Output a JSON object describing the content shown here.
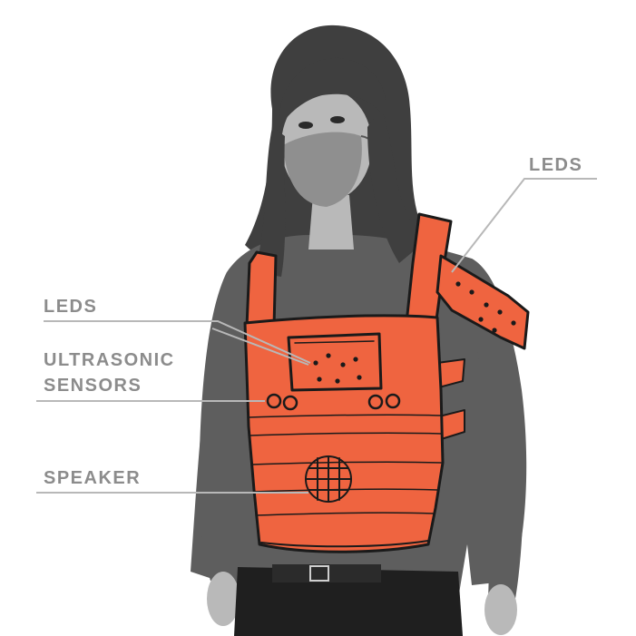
{
  "labels": {
    "leds_right": "LEDS",
    "leds_left": "LEDS",
    "ultrasonic_line1": "ULTRASONIC",
    "ultrasonic_line2": "SENSORS",
    "speaker": "SPEAKER"
  },
  "colors": {
    "vest": "#ef6440",
    "label_text": "#8c8c8c",
    "leader_line": "#b8b8b8",
    "sketch_stroke": "#1a1a1a",
    "shirt": "#5e5e5e",
    "hair": "#3f3f3f",
    "skin": "#b9b9b9",
    "mask": "#8f8f8f",
    "pants": "#1f1f1f"
  },
  "icons": {
    "figure": "person-in-vest-illustration",
    "speaker": "speaker-grille-icon",
    "sensor": "ultrasonic-sensor-icon",
    "led": "led-dot-icon"
  }
}
